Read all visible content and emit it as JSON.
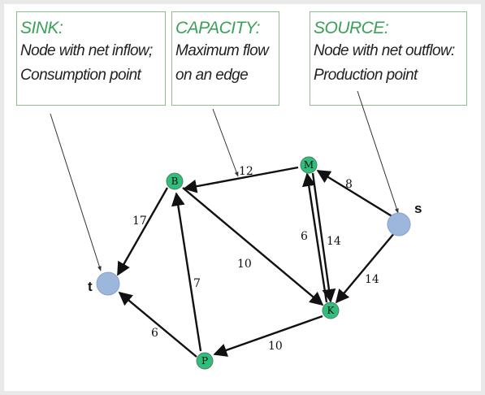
{
  "callouts": {
    "sink": {
      "title": "SINK:",
      "line1": "Node with net inflow;",
      "line2": "Consumption point"
    },
    "capacity": {
      "title": "CAPACITY:",
      "line1": "Maximum flow",
      "line2": "on an edge"
    },
    "source": {
      "title": "SOURCE:",
      "line1": "Node with net outflow:",
      "line2": "Production point"
    }
  },
  "nodes": {
    "B": {
      "label": "B"
    },
    "M": {
      "label": "M"
    },
    "K": {
      "label": "K"
    },
    "P": {
      "label": "P"
    },
    "t": {
      "label": "t"
    },
    "s": {
      "label": "s"
    }
  },
  "edges": {
    "m_b": {
      "capacity": "12"
    },
    "s_m": {
      "capacity": "8"
    },
    "b_t": {
      "capacity": "17"
    },
    "b_k": {
      "capacity": "10"
    },
    "k_m": {
      "capacity": "6"
    },
    "m_k": {
      "capacity": "14"
    },
    "s_k": {
      "capacity": "14"
    },
    "p_b": {
      "capacity": "7"
    },
    "k_p": {
      "capacity": "10"
    },
    "p_t": {
      "capacity": "6"
    }
  },
  "colors": {
    "named_node": "#2fbf7a",
    "endpoint_node": "#9db6dc",
    "callout_title": "#3aa05a",
    "callout_border": "#8fbf8f"
  }
}
